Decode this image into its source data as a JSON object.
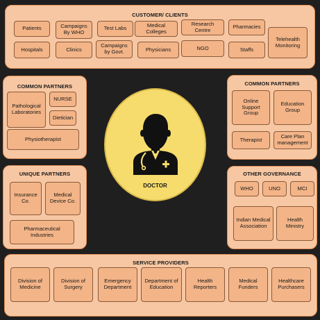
{
  "customers": {
    "title": "CUSTOMER/ CLIENTS",
    "items": [
      "Patients",
      "Campaigns\nBy WHO",
      "Test Labs",
      "Medical Colleges",
      "Research Centre",
      "Pharmacies",
      "Telehealth\nMonitoring",
      "Hospitals",
      "Clinics",
      "Campaigns\nby Govt.",
      "Physicians",
      "NGO",
      "Staffs"
    ]
  },
  "common_partners_left": {
    "title": "COMMON PARTNERS",
    "items": [
      "Pathological\nLaboratories",
      "NURSE",
      "Dietician",
      "Physiotherapist"
    ]
  },
  "common_partners_right": {
    "title": "COMMON PARTNERS",
    "items": [
      "Online\nSupport Group",
      "Education\nGroup",
      "Therapist",
      "Care Plan\nmanagement"
    ]
  },
  "unique_partners": {
    "title": "UNIQUE PARTNERS",
    "items": [
      "Insurance\nCo.",
      "Medical\nDevice Co.",
      "Pharmaceutical Industries"
    ]
  },
  "other_governance": {
    "title": "OTHER GOVERNANCE",
    "items": [
      "WHO",
      "UNO",
      "MCI",
      "Indian Medical\nAssociation",
      "Health\nMinistry"
    ]
  },
  "service_providers": {
    "title": "SERVICE PROVIDERS",
    "items": [
      "Division of\nMedicine",
      "Division of\nSurgery",
      "Emergency\nDepartment",
      "Department of\nEducation",
      "Health\nReporters",
      "Medical\nFunders",
      "Healthcare\nPurchasers"
    ]
  },
  "center": {
    "label": "DOCTOR",
    "icon": "doctor-icon"
  },
  "colors": {
    "background": "#1f1f1f",
    "panel": "#f7c7a3",
    "box": "#f3b487",
    "circle": "#f6dc6c"
  }
}
